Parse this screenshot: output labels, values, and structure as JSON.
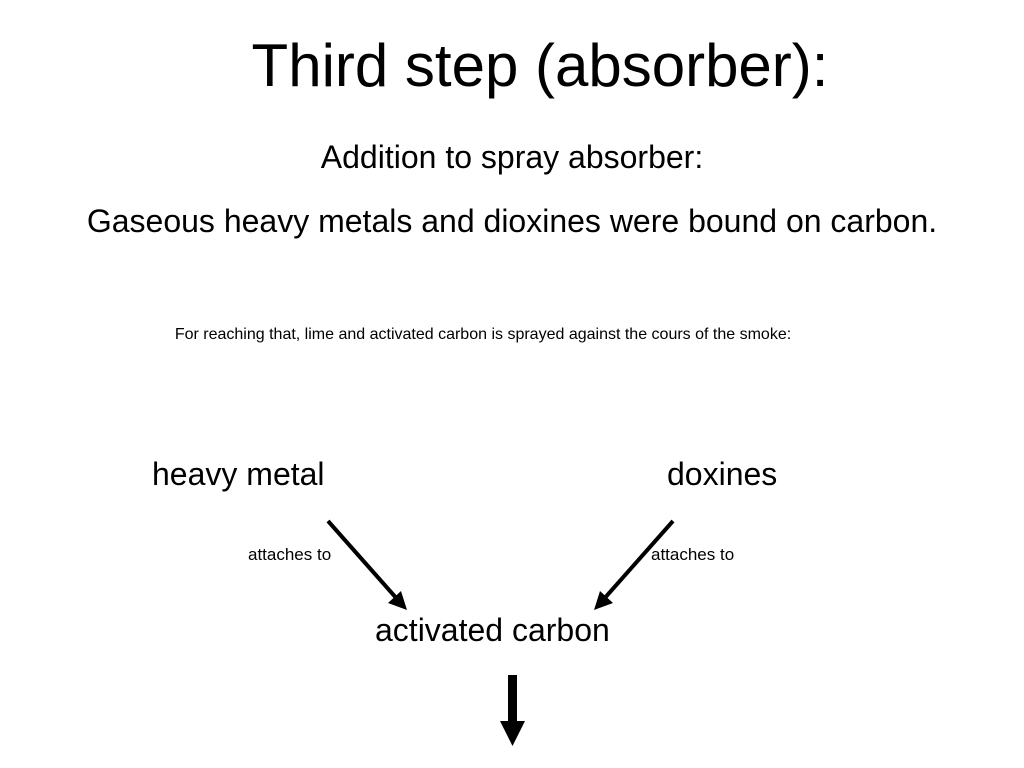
{
  "slide": {
    "title": "Third step (absorber):",
    "subtitle": "Addition to spray absorber:",
    "statement": "Gaseous heavy metals and dioxines were bound on carbon.",
    "note": "For reaching that, lime and activated carbon is sprayed against the cours of the smoke:"
  },
  "diagram": {
    "nodes": {
      "heavy_metal": "heavy metal",
      "doxines": "doxines",
      "activated_carbon": "activated carbon"
    },
    "edges": [
      {
        "from": "heavy metal",
        "to": "activated carbon",
        "label": "attaches to"
      },
      {
        "from": "doxines",
        "to": "activated carbon",
        "label": "attaches to"
      }
    ]
  }
}
